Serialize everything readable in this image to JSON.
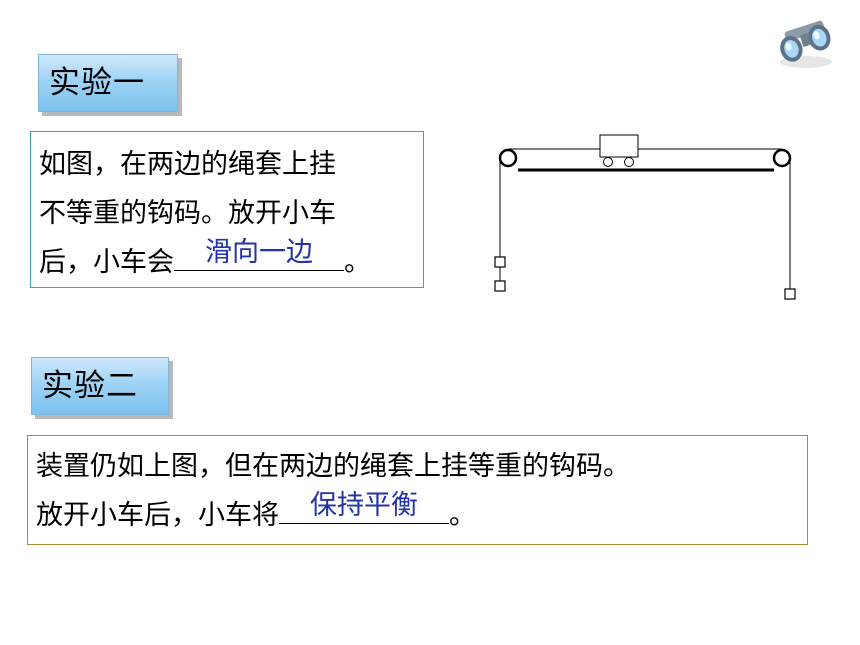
{
  "experiment1": {
    "title": "实验一",
    "line1": "如图，在两边的绳套上挂",
    "line2": "不等重的钩码。放开小车",
    "line3_before": "后，小车会",
    "answer": "滑向一边",
    "line3_after": "。"
  },
  "experiment2": {
    "title": "实验二",
    "line1": "装置仍如上图，但在两边的绳套上挂等重的钩码。",
    "line2_before": "放开小车后，小车将",
    "answer": "保持平衡",
    "line2_after": "。"
  },
  "icons": {
    "corner": "binoculars-icon",
    "diagram": "cart-pulley-diagram"
  },
  "colors": {
    "answer_text": "#2332a8",
    "tag_fill": "#9fd3f5",
    "box1_border": "#3aa6a6",
    "box2_border": "#a88a3c"
  }
}
